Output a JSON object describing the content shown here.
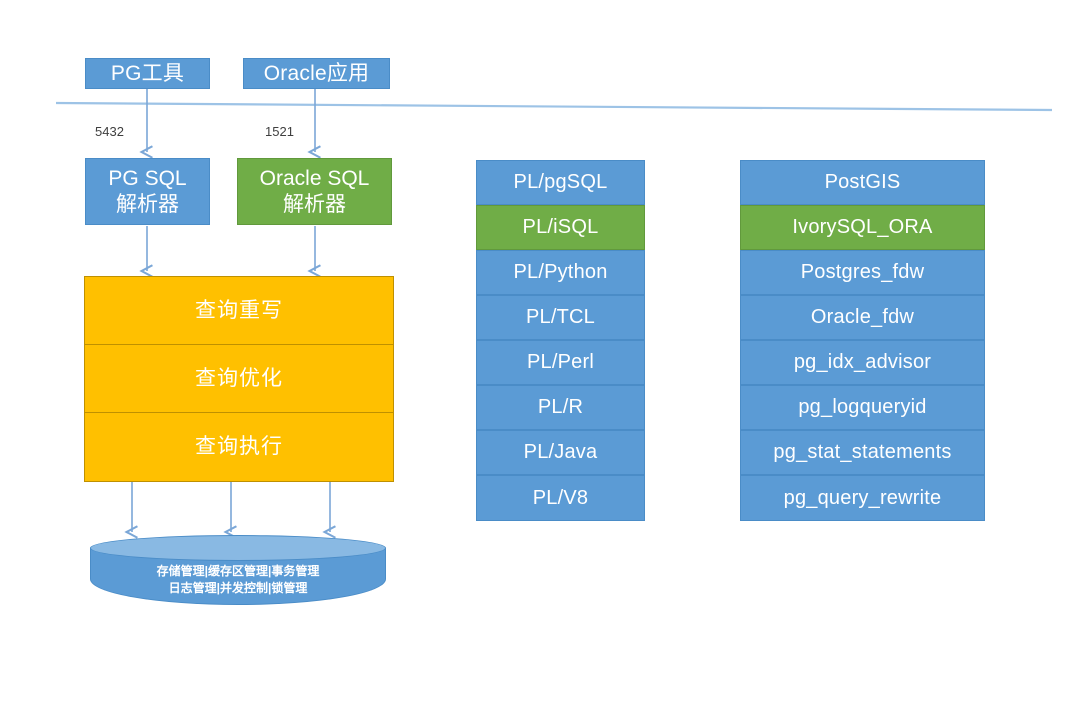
{
  "diagram": {
    "title": "IvorySQL architecture diagram",
    "colors": {
      "blue": "#5b9bd5",
      "green": "#70ad47",
      "orange": "#ffc000",
      "light_blue_cap": "#89b9e3",
      "divider": "#9dc3e6",
      "arrow": "#7ba7d7",
      "text_dark": "#3f3f3f",
      "background": "#ffffff"
    },
    "clients": [
      {
        "label": "PG工具",
        "color": "blue"
      },
      {
        "label": "Oracle应用",
        "color": "blue"
      }
    ],
    "ports": [
      {
        "label": "5432"
      },
      {
        "label": "1521"
      }
    ],
    "parsers": [
      {
        "line1": "PG SQL",
        "line2": "解析器",
        "color": "blue"
      },
      {
        "line1": "Oracle SQL",
        "line2": "解析器",
        "color": "green"
      }
    ],
    "engine_stages": [
      {
        "label": "查询重写"
      },
      {
        "label": "查询优化"
      },
      {
        "label": "查询执行"
      }
    ],
    "storage": {
      "line1": "存储管理|缓存区管理|事务管理",
      "line2": "日志管理|并发控制|锁管理"
    },
    "pl_column": {
      "rows": [
        {
          "label": "PL/pgSQL",
          "color": "blue"
        },
        {
          "label": "PL/iSQL",
          "color": "green"
        },
        {
          "label": "PL/Python",
          "color": "blue"
        },
        {
          "label": "PL/TCL",
          "color": "blue"
        },
        {
          "label": "PL/Perl",
          "color": "blue"
        },
        {
          "label": "PL/R",
          "color": "blue"
        },
        {
          "label": "PL/Java",
          "color": "blue"
        },
        {
          "label": "PL/V8",
          "color": "blue"
        }
      ]
    },
    "extension_column": {
      "rows": [
        {
          "label": "PostGIS",
          "color": "blue"
        },
        {
          "label": "IvorySQL_ORA",
          "color": "green"
        },
        {
          "label": "Postgres_fdw",
          "color": "blue"
        },
        {
          "label": "Oracle_fdw",
          "color": "blue"
        },
        {
          "label": "pg_idx_advisor",
          "color": "blue"
        },
        {
          "label": "pg_logqueryid",
          "color": "blue"
        },
        {
          "label": "pg_stat_statements",
          "color": "blue"
        },
        {
          "label": "pg_query_rewrite",
          "color": "blue"
        }
      ]
    }
  }
}
